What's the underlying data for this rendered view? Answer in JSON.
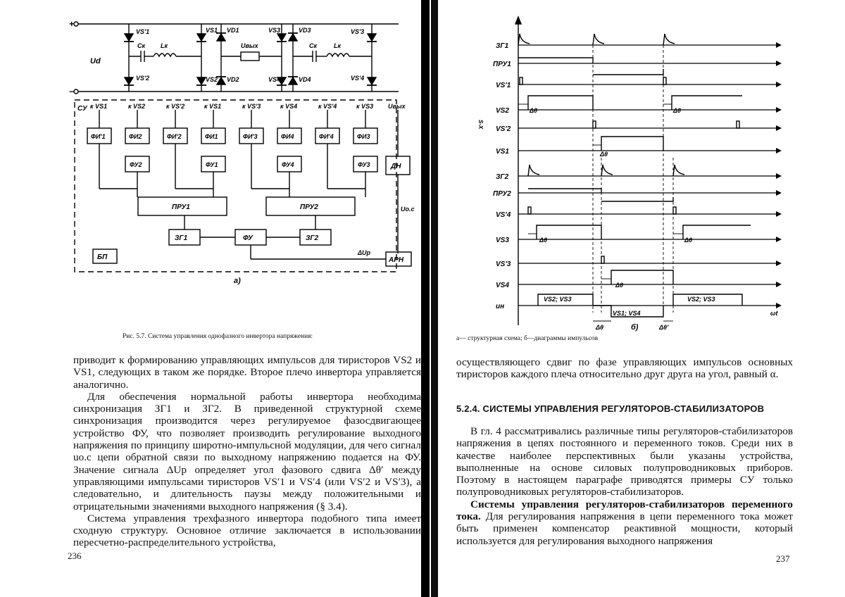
{
  "left_page": {
    "figure_a": {
      "supply_plus": "+",
      "supply_minus": "−",
      "input_voltage": "Ud",
      "thyristors_top": [
        "VS'1",
        "VS1",
        "VD1",
        "VS3",
        "VD3",
        "VS'3"
      ],
      "thyristors_bottom": [
        "VS'2",
        "VS2",
        "VD2",
        "VS4",
        "VD4",
        "VS'4"
      ],
      "capacitor": "Cк",
      "inductor": "Lк",
      "output": "Uвых",
      "control_block": "СУ",
      "outputs": [
        "к VS1",
        "к VS2",
        "к VS'2",
        "к VS1",
        "к VS'3",
        "к VS4",
        "к VS'4",
        "к VS3",
        "Uвых"
      ],
      "shapers": [
        "ФИ'1",
        "ФИ2",
        "ФИ'2",
        "ФИ1",
        "ФИ'3",
        "ФИ4",
        "ФИ'4",
        "ФИ3"
      ],
      "phase_blocks": [
        "ФУ2",
        "ФУ1",
        "ФУ4",
        "ФУ3"
      ],
      "voltage_sensor": "ДН",
      "distributor_1": "ПРУ1",
      "distributor_2": "ПРУ2",
      "feedback_signal": "Uо.с",
      "generator_1": "ЗГ1",
      "phase_shifter": "ФУ",
      "generator_2": "ЗГ2",
      "delta_u": "ΔUр",
      "regulator": "АРН",
      "power_block": "БП",
      "subfigure_label": "а)"
    },
    "caption": "Рис. 5.7. Система управления однофазного инвертора напряжения:",
    "paragraphs": [
      "приводит к формированию управляющих импульсов для тиристоров VS2 и VS1, следующих в таком же порядке. Второе плечо инвертора управляется аналогично.",
      "Для обеспечения нормальной работы инвертора необходима синхронизация ЗГ1 и ЗГ2. В приведенной структурной схеме синхронизация производится через регулируемое фазосдвигающее устройство ФУ, что позволяет производить регулирование выходного напряжения по принципу широтно-импульсной модуляции, для чего сигнал uо.с цепи обратной связи по выходному напряжению подается на ФУ. Значение сигнала ΔUр определяет угол фазового сдвига Δθ′ между управляющими импульсами тиристоров VS′1 и VS′4 (или VS′2 и VS′3), а следовательно, и длительность паузы между положительными и отрицательными значениями выходного напряжения (§ 3.4).",
      "Система управления трехфазного инвертора подобного типа имеет сходную структуру. Основное отличие заключается в использовании пересчетно-распределительного устройства,"
    ],
    "page_number": "236"
  },
  "right_page": {
    "figure_b": {
      "signals": [
        "ЗГ1",
        "ПРУ1",
        "VS'1",
        "VS2",
        "VS'2",
        "VS1",
        "ЗГ2",
        "ПРУ2",
        "VS'4",
        "VS3",
        "VS'3",
        "VS4",
        "uн"
      ],
      "delta_theta": "Δθ",
      "delta_theta_prime": "Δθ'",
      "pair_labels": [
        "VS2; VS3",
        "VS1; VS4",
        "VS2; VS3"
      ],
      "time_axis": "ωt",
      "side_mark": "S-X",
      "subfigure_label": "б)"
    },
    "caption": "а— структурная схема; б—диаграммы импульсов",
    "paragraph_top": "осуществляющего сдвиг по фазе управляющих импульсов основных тиристоров каждого плеча относительно друг друга на угол, равный α.",
    "heading": "5.2.4. СИСТЕМЫ УПРАВЛЕНИЯ РЕГУЛЯТОРОВ-СТАБИЛИЗАТОРОВ",
    "paragraph_2": "В гл. 4 рассматривались различные типы регуляторов-стабилизаторов напряжения в цепях постоянного и переменного токов. Среди них в качестве наиболее перспективных были указаны устройства, выполненные на основе силовых полупроводниковых приборов. Поэтому в настоящем параграфе приводятся примеры СУ только полупроводниковых регуляторов-стабилизаторов.",
    "paragraph_3_runin": "Системы управления регуляторов-стабилизаторов переменного тока.",
    "paragraph_3": "Для регулирования напряжения в цепи переменного тока может быть применен компенсатор реактивной мощности, который используется для регулирования выходного напряжения",
    "page_number": "237"
  }
}
